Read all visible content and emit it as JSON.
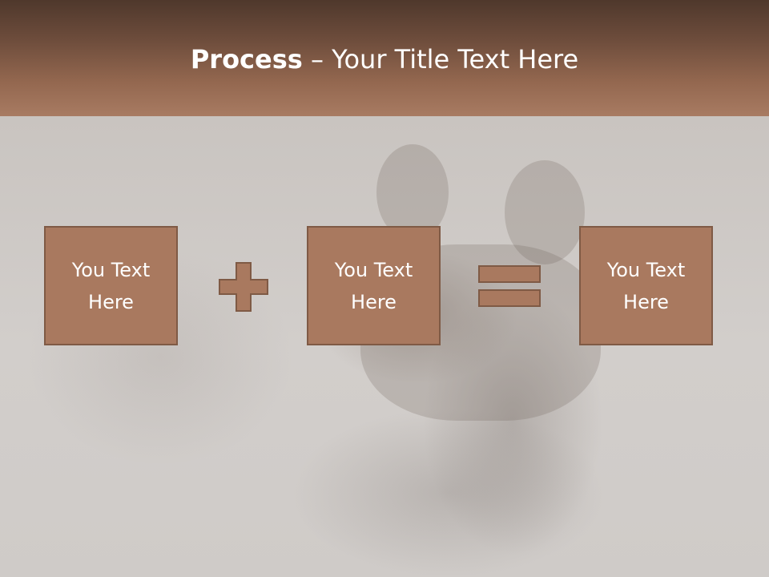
{
  "title": {
    "bold": "Process",
    "rest": " – Your Title Text Here"
  },
  "boxes": [
    {
      "label": "You Text Here"
    },
    {
      "label": "You Text Here"
    },
    {
      "label": "You Text Here"
    }
  ],
  "operators": [
    "plus-icon",
    "equals-icon"
  ],
  "colors": {
    "header_top": "#4f382c",
    "header_bottom": "#a87b62",
    "box_fill": "#a9795f",
    "box_border": "#7f5a45",
    "background": "#cfcbc7",
    "text": "#ffffff"
  }
}
